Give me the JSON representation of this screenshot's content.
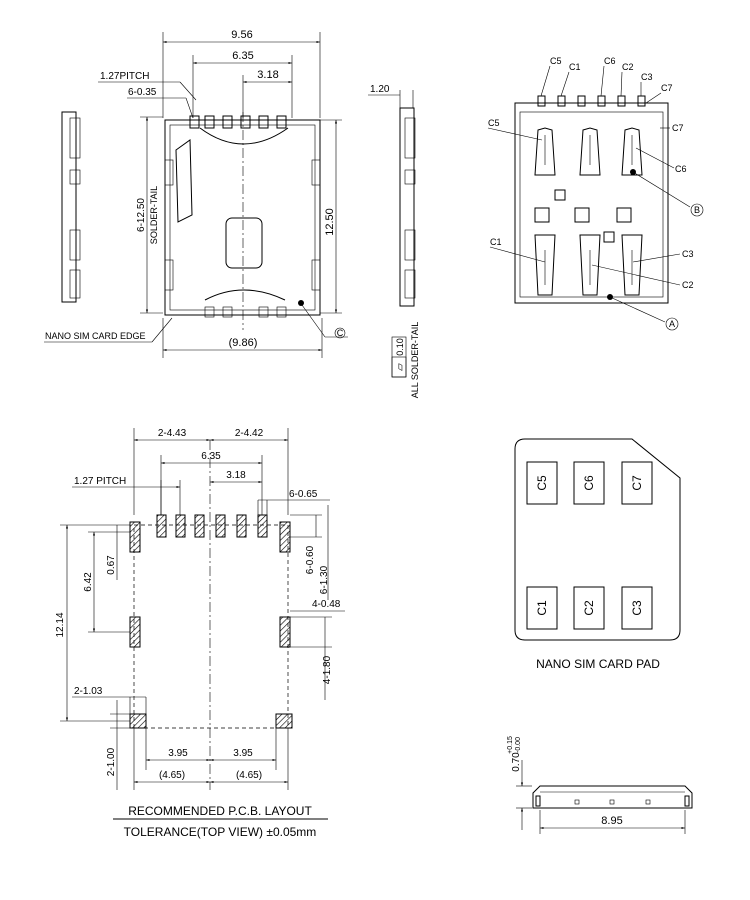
{
  "top_view": {
    "dim_width": "9.56",
    "dim_outer_pitch": "6.35",
    "dim_half_pitch": "3.18",
    "pitch_label": "1.27PITCH",
    "pin_width": "6-0.35",
    "height_tail": "6-12.50",
    "height_tail_note": "SOLDER-TAIL",
    "dim_height": "12.50",
    "card_edge_label": "NANO SIM CARD EDGE",
    "dim_card_width": "(9.86)",
    "marker_c": "C"
  },
  "side_view": {
    "dim_thickness": "1.20",
    "flatness_value": "0.10",
    "flatness_note": "ALL SOLDER-TAIL",
    "flatness_symbol": "▱"
  },
  "bottom_view": {
    "contacts_top": [
      "C5",
      "C1",
      "C6",
      "C2",
      "C3",
      "C7"
    ],
    "label_c7_side": "C7",
    "label_c5": "C5",
    "label_c6": "C6",
    "label_c1": "C1",
    "label_c3": "C3",
    "label_c2": "C2",
    "marker_a": "A",
    "marker_b": "B"
  },
  "pcb_layout": {
    "dim_left_span": "2-4.43",
    "dim_right_span": "2-4.42",
    "dim_outer_pitch": "6.35",
    "dim_half_pitch": "3.18",
    "pitch_label": "1.27 PITCH",
    "pad_width": "6-0.65",
    "pad_length": "6-0.60",
    "pad_row": "6-1.30",
    "dim_642": "6.42",
    "dim_067": "0.67",
    "dim_1214": "12.14",
    "side_pad_w": "4-0.48",
    "side_pad_h": "4-1.80",
    "corner_pad": "2-1.03",
    "corner_pad_h": "2-1.00",
    "dim_395_left": "3.95",
    "dim_395_right": "3.95",
    "dim_465_left": "(4.65)",
    "dim_465_right": "(4.65)",
    "title": "RECOMMENDED P.C.B. LAYOUT",
    "tolerance": "TOLERANCE(TOP VIEW) ±0.05mm"
  },
  "sim_pad": {
    "pads_top": [
      "C5",
      "C6",
      "C7"
    ],
    "pads_bottom": [
      "C1",
      "C2",
      "C3"
    ],
    "caption": "NANO SIM CARD PAD"
  },
  "front_view": {
    "dim_height": "0.70",
    "tol_plus": "+0.15",
    "tol_minus": "-0.00",
    "dim_length": "8.95"
  }
}
